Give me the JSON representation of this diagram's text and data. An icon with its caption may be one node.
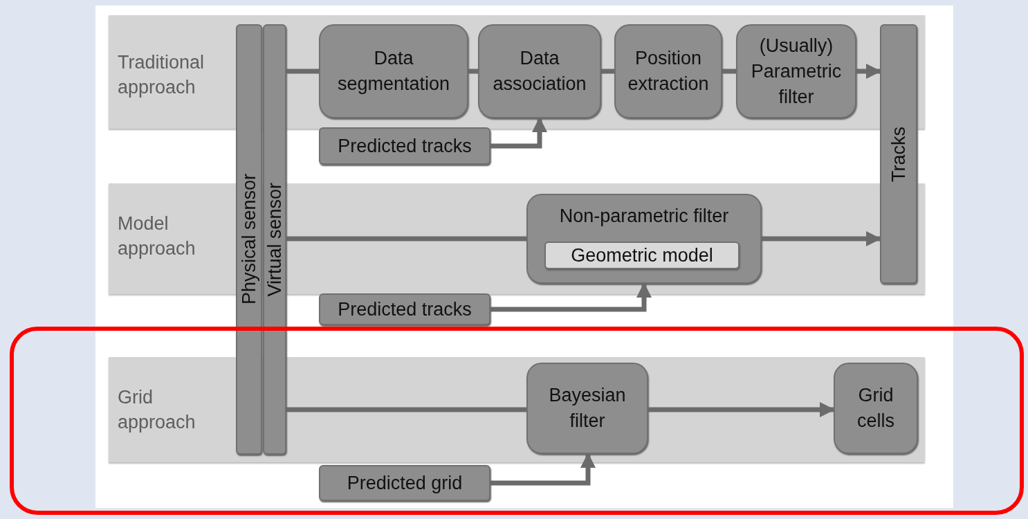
{
  "diagram": {
    "nodes": [
      {
        "text": [
          "Traditional approach"
        ]
      },
      {
        "text": [
          "Model approach"
        ]
      },
      {
        "text": [
          "Grid approach"
        ]
      },
      {
        "text": [
          "Physical sensor"
        ]
      },
      {
        "text": [
          "Virtual sensor"
        ]
      },
      {
        "text": [
          "Data segmentation"
        ],
        "in": 0
      },
      {
        "text": [
          "Data association"
        ],
        "in": 0
      },
      {
        "text": [
          "Position extraction"
        ],
        "in": 0
      },
      {
        "text": [
          "(Usually) Parametric filter"
        ],
        "in": 0
      },
      {
        "text": [
          "Tracks"
        ]
      },
      {
        "text": [
          "Predicted tracks"
        ]
      },
      {
        "text": [
          "Non-parametric filter"
        ],
        "in": 1
      },
      {
        "text": [
          "Geometric model"
        ],
        "in": 11
      },
      {
        "text": [
          "Predicted tracks"
        ]
      },
      {
        "text": [
          "Bayesian filter"
        ],
        "in": 2
      },
      {
        "text": [
          "Grid cells"
        ],
        "in": 2
      },
      {
        "text": [
          "Predicted grid"
        ]
      }
    ],
    "edges": [
      {
        "from": 4,
        "to": 5,
        "arrow": "none"
      },
      {
        "from": 5,
        "to": 6,
        "arrow": "none"
      },
      {
        "from": 6,
        "to": 7,
        "arrow": "none"
      },
      {
        "from": 7,
        "to": 8,
        "arrow": "none"
      },
      {
        "from": 8,
        "to": 9,
        "arrow": "to"
      },
      {
        "from": 10,
        "to": 6,
        "arrow": "to"
      },
      {
        "from": 4,
        "to": 11,
        "arrow": "none"
      },
      {
        "from": 11,
        "to": 9,
        "arrow": "to"
      },
      {
        "from": 13,
        "to": 11,
        "arrow": "to"
      },
      {
        "from": 4,
        "to": 14,
        "arrow": "none"
      },
      {
        "from": 14,
        "to": 15,
        "arrow": "to"
      },
      {
        "from": 16,
        "to": 14,
        "arrow": "to"
      }
    ]
  }
}
